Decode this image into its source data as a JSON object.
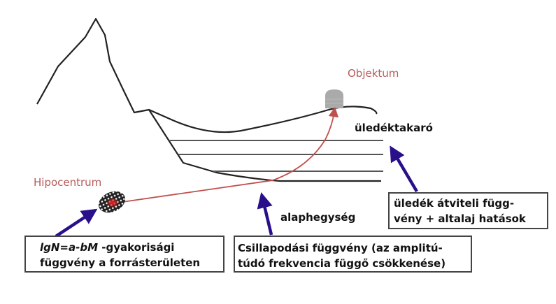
{
  "labels": {
    "objektum": "Objektum",
    "hipocentrum": "Hipocentrum",
    "uledektakaro": "üledéktakaró",
    "alaphegyseg": "alaphegység"
  },
  "boxes": {
    "frequency": {
      "formula": "lgN=a-bM",
      "line1_rest": " -gyakorisági",
      "line2": "függvény a  forrásterületen"
    },
    "attenuation": {
      "line1": "Csillapodási függvény (az amplitú-",
      "line2": "túdó frekvencia függő csökkenése)"
    },
    "sediment": {
      "line1": "üledék átviteli függ-",
      "line2": "vény + altalaj hatások"
    }
  },
  "colors": {
    "ray": "#c0504d",
    "label_red": "#b85a5a",
    "arrow": "#2a0f8a",
    "terrain": "#222222",
    "object": "#aaaaaa",
    "hypocenter_core": "#e02020"
  }
}
